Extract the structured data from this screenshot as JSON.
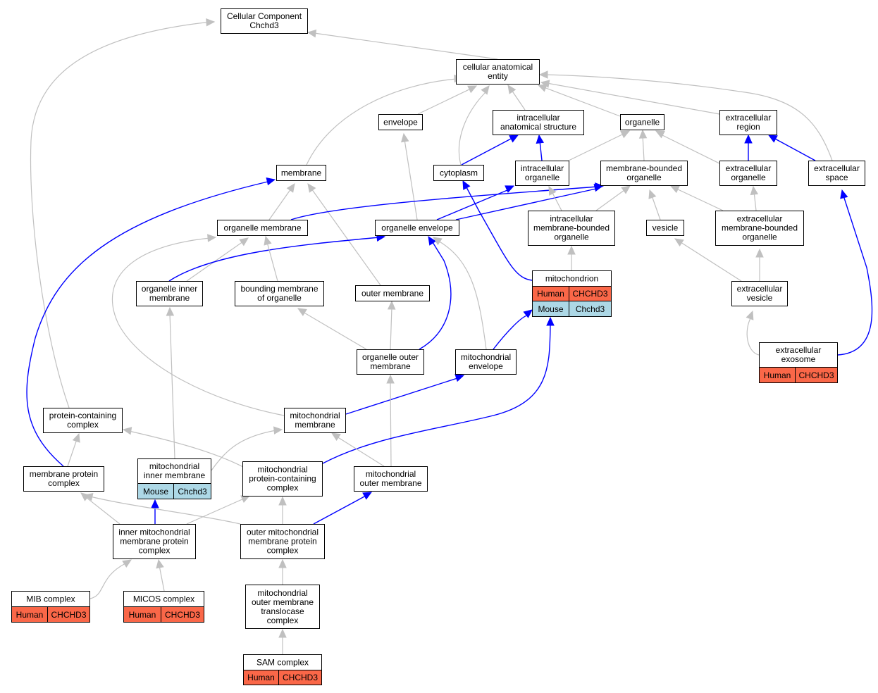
{
  "colors": {
    "gray_edge": "#c0c0c0",
    "blue_edge": "#0000ff",
    "human": "#fa6748",
    "mouse": "#add8e6"
  },
  "nodes": {
    "root": "Cellular Component\nChchd3",
    "cae": "cellular anatomical\nentity",
    "envelope": "envelope",
    "ias": "intracellular\nanatomical structure",
    "organelle": "organelle",
    "ecregion": "extracellular\nregion",
    "membrane": "membrane",
    "cytoplasm": "cytoplasm",
    "intraorg": "intracellular\norganelle",
    "mbo": "membrane-bounded\norganelle",
    "ecorg": "extracellular\norganelle",
    "ecspace": "extracellular\nspace",
    "orgmem": "organelle membrane",
    "orgenv": "organelle envelope",
    "imbo": "intracellular\nmembrane-bounded\norganelle",
    "vesicle": "vesicle",
    "embo": "extracellular\nmembrane-bounded\norganelle",
    "oim": "organelle inner\nmembrane",
    "bmo": "bounding membrane\nof organelle",
    "outermem": "outer membrane",
    "mito": "mitochondrion",
    "ecves": "extracellular\nvesicle",
    "oom": "organelle outer\nmembrane",
    "mitoenv": "mitochondrial\nenvelope",
    "exosome": "extracellular\nexosome",
    "pcc": "protein-containing\ncomplex",
    "mitomem": "mitochondrial\nmembrane",
    "mpc": "membrane protein\ncomplex",
    "mim": "mitochondrial\ninner membrane",
    "mpcc": "mitochondrial\nprotein-containing\ncomplex",
    "mom": "mitochondrial\nouter membrane",
    "impc": "inner mitochondrial\nmembrane protein\ncomplex",
    "ompc": "outer mitochondrial\nmembrane protein\ncomplex",
    "mib": "MIB complex",
    "micos": "MICOS complex",
    "momtc": "mitochondrial\nouter membrane\ntranslocase\ncomplex",
    "sam": "SAM complex"
  },
  "annotations": {
    "mito_human_species": "Human",
    "mito_human_gene": "CHCHD3",
    "mito_mouse_species": "Mouse",
    "mito_mouse_gene": "Chchd3",
    "exosome_human_species": "Human",
    "exosome_human_gene": "CHCHD3",
    "mim_mouse_species": "Mouse",
    "mim_mouse_gene": "Chchd3",
    "mib_human_species": "Human",
    "mib_human_gene": "CHCHD3",
    "micos_human_species": "Human",
    "micos_human_gene": "CHCHD3",
    "sam_human_species": "Human",
    "sam_human_gene": "CHCHD3"
  }
}
